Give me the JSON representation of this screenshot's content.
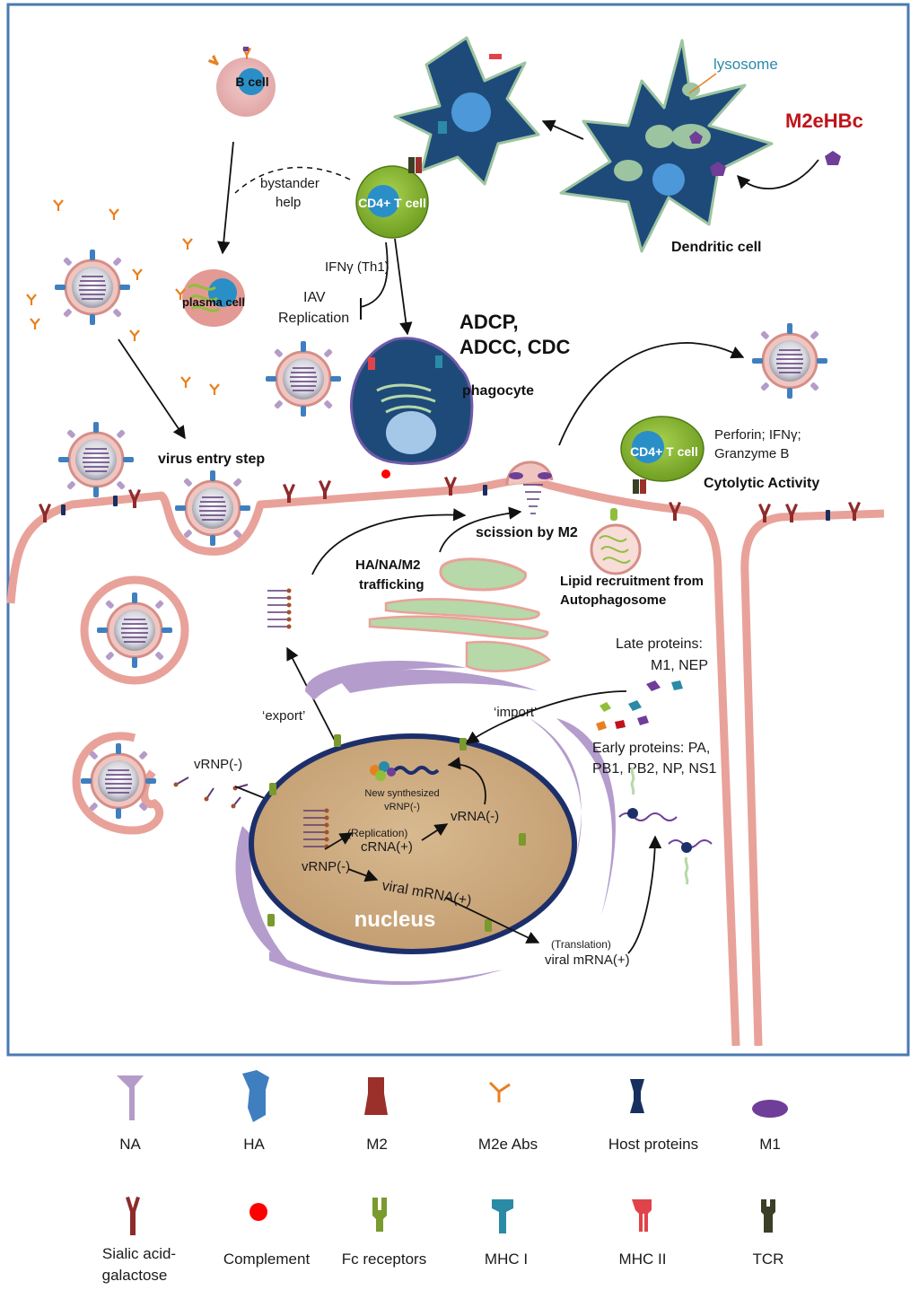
{
  "labels": {
    "b_cell": "B cell",
    "cd4_t_cell_top": "CD4+ T cell",
    "cd4_t_cell_right": "CD4+ T cell",
    "plasma_cell": "plasma cell",
    "bystander_1": "bystander",
    "bystander_2": "help",
    "ifn_th1": "IFNγ (Th1)",
    "iav_1": "IAV",
    "iav_2": "Replication",
    "lysosome": "lysosome",
    "m2ehbc": "M2eHBc",
    "dendritic_cell": "Dendritic cell",
    "adcp_1": "ADCP,",
    "adcp_2": "ADCC, CDC",
    "phagocyte": "phagocyte",
    "virus_entry": "virus entry step",
    "perforin_1": "Perforin; IFNγ;",
    "perforin_2": "Granzyme B",
    "cytolytic": "Cytolytic Activity",
    "scission": "scission by M2",
    "ha_traffic_1": "HA/NA/M2",
    "ha_traffic_2": "trafficking",
    "lipid_1": "Lipid recruitment from",
    "lipid_2": "Autophagosome",
    "late_1": "Late proteins:",
    "late_2": "M1, NEP",
    "export": "‘export’",
    "import": "‘import’",
    "early_1": "Early proteins: PA,",
    "early_2": "PB1, PB2, NP, NS1",
    "vrnp_minus_cyto": "vRNP(-)",
    "new_synth_1": "New synthesized",
    "new_synth_2": "vRNP(-)",
    "replication": "(Replication)",
    "crna": "cRNA(+)",
    "vrna": "vRNA(-)",
    "vrnp_minus_nuc": "vRNP(-)",
    "viral_mrna_nuc": "viral mRNA(+)",
    "nucleus": "nucleus",
    "translation": "(Translation)",
    "viral_mrna_out": "viral mRNA(+)"
  },
  "legend": [
    {
      "label": "NA",
      "icon": "na-icon",
      "color": "#b59cc8"
    },
    {
      "label": "HA",
      "icon": "ha-icon",
      "color": "#3f7fbf"
    },
    {
      "label": "M2",
      "icon": "m2-icon",
      "color": "#9b2f2a"
    },
    {
      "label": "M2e Abs",
      "icon": "antibody-icon",
      "color": "#e8801f"
    },
    {
      "label": "Host proteins",
      "icon": "host-protein-icon",
      "color": "#17305f"
    },
    {
      "label": "M1",
      "icon": "m1-icon",
      "color": "#6f3e98"
    },
    {
      "label": "Sialic acid-galactose",
      "label_1": "Sialic acid-",
      "label_2": "galactose",
      "icon": "sialic-acid-icon",
      "color": "#8e2b2b"
    },
    {
      "label": "Complement",
      "icon": "complement-icon",
      "color": "#ff0000"
    },
    {
      "label": "Fc receptors",
      "icon": "fc-receptor-icon",
      "color": "#7a9a2e"
    },
    {
      "label": "MHC I",
      "icon": "mhc-i-icon",
      "color": "#2b8aa6"
    },
    {
      "label": "MHC II",
      "icon": "mhc-ii-icon",
      "color": "#e0444a"
    },
    {
      "label": "TCR",
      "icon": "tcr-icon",
      "color": "#3a4026"
    }
  ],
  "colors": {
    "frame": "#4a7ab0",
    "membrane": "#e8a29a",
    "membrane_dark": "#d27e76",
    "dendritic": "#1e4a7a",
    "tcell": "#8fbf3a",
    "nucleus": "#c9a57f",
    "nuclear_envelope": "#1d2f6b",
    "er": "#b49ccc",
    "golgi": "#b7d8a8",
    "accent_red": "#c0141a"
  }
}
